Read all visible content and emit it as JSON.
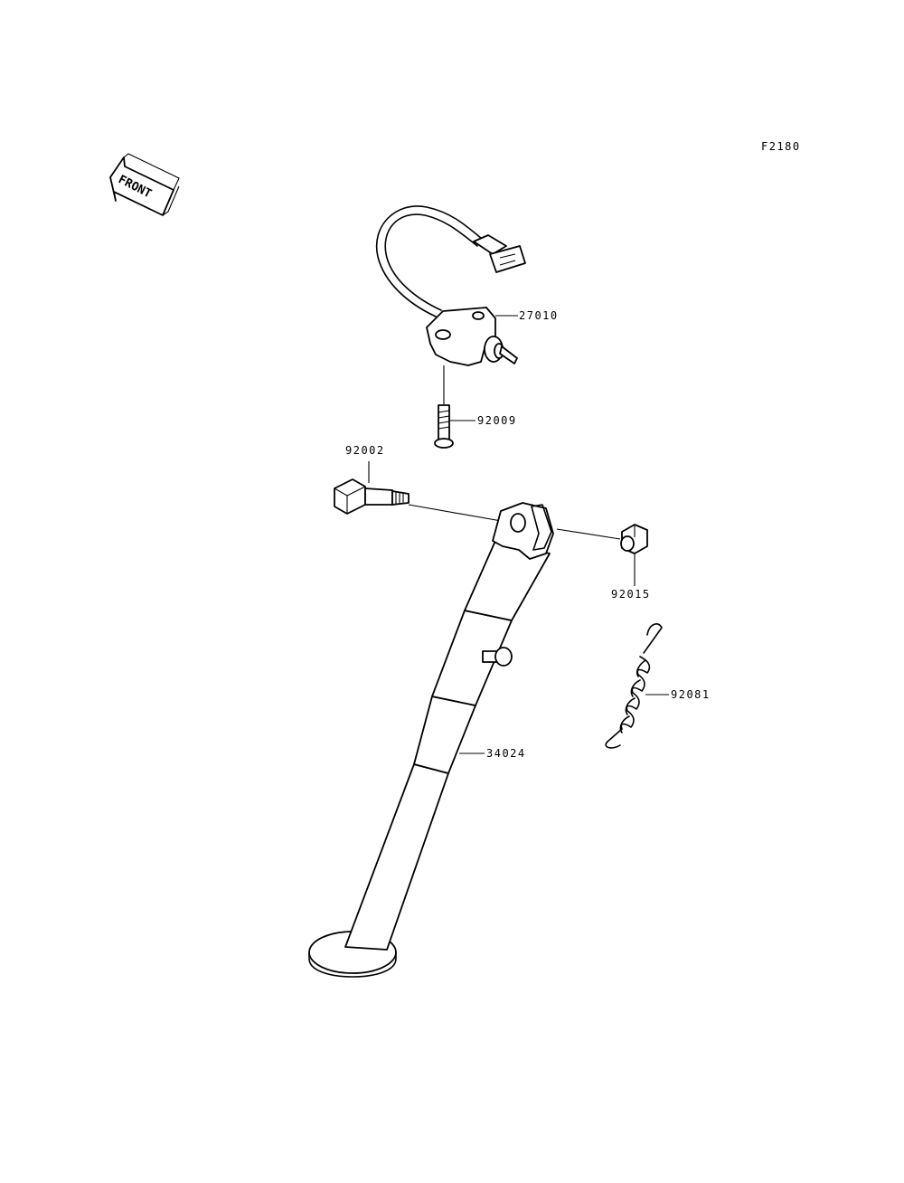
{
  "figure_code": "F2180",
  "front_label": "FRONT",
  "parts": {
    "switch": "27010",
    "switch_screw": "92009",
    "pivot_bolt": "92002",
    "nut": "92015",
    "spring": "92081",
    "side_stand": "34024"
  }
}
